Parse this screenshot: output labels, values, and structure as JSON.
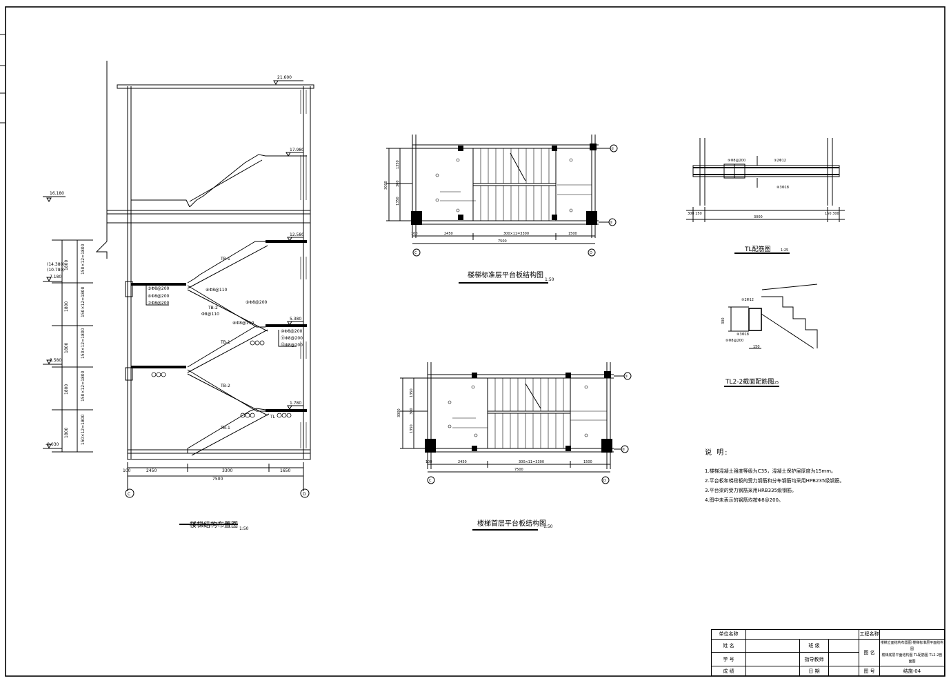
{
  "drawing_titles": {
    "layout": "楼梯结构布置图",
    "layout_scale": "1:50",
    "std_platform": "楼梯标准层平台板结构图",
    "std_scale": "1:50",
    "first_platform": "楼梯首层平台板结构图",
    "first_scale": "1:50",
    "tl": "TL配筋图",
    "tl_scale": "1:25",
    "tl22": "TL2-2截面配筋图",
    "tl22_scale": "1:25"
  },
  "elevations": {
    "e21600": "21.600",
    "e17980": "17.980",
    "e16180": "16.180",
    "e12580": "12.580",
    "e14380": "(14.380)",
    "e10780": "(10.780)",
    "e7180": "7.180",
    "e5380": "5.380",
    "e3580": "3.580",
    "e1780": "1.780",
    "e0030": "-0.030"
  },
  "layout_dims": {
    "d100": "100",
    "d2450": "2450",
    "d3300": "3300",
    "d1650": "1650",
    "d7500": "7500",
    "v1": "1800",
    "v1b": "150×12=1800",
    "v2": "1800",
    "v2b": "150×12=1800",
    "v3": "1800",
    "v3b": "150×12=1800",
    "v4": "1800",
    "v4b": "150×12=1800",
    "v5": "1800",
    "v5b": "150×12=1800"
  },
  "axis_labels": {
    "c": "C",
    "d": "D",
    "n1": "①",
    "n2": "②"
  },
  "plan_dims": {
    "p100": "100",
    "p2450": "2450",
    "p3300": "300×11=3300",
    "p1500": "1500",
    "p7500": "7500",
    "h3000": "3000",
    "h1": "1350",
    "h2": "300",
    "h3": "1350"
  },
  "rebar_labels": {
    "r1": "⑤Φ8@200",
    "r2": "⑥Φ8@200",
    "r3": "⑦Φ8@200",
    "r4": "⑧Φ8@110",
    "r5": "⑨Φ8@200",
    "r6": "⑩Φ8@200",
    "r7": "⑪Φ8@200",
    "r8": "⑫Φ8@200",
    "r9": "Φ8@110",
    "tb1": "TB-1",
    "tb2": "TB-2",
    "tl": "TL",
    "tl_r1": "⑨Φ8@200",
    "tl_r2": "③2Φ12",
    "tl_r3": "⑧3Φ18",
    "tl_span": "3000",
    "tl_left": "300 150",
    "tl_right": "150 300",
    "s_r1": "⑨2Φ12",
    "s_r2": "⑧3Φ18",
    "s_r3": "⑩Φ8@200",
    "s_h": "300",
    "s_w": "150"
  },
  "notes": {
    "heading": "说  明:",
    "n1": "1.楼梯混凝土强度等级为C35，混凝土保护层厚度为15mm。",
    "n2": "2.平台板和梯段板的受力钢筋和分布钢筋均采用HPB235级钢筋。",
    "n3": "3.平台梁的受力钢筋采用HRB335级钢筋。",
    "n4": "4.图中未表示的钢筋均按Φ8@200。"
  },
  "title_block": {
    "unit_name_label": "单位名称",
    "project_name_label": "工程名称",
    "name_label": "姓  名",
    "class_label": "班  级",
    "drawing_name_label": "图  名",
    "drawing_names_1": "楼梯立面结构布置图  楼梯标准层平面结构图",
    "drawing_names_2": "楼梯底层平面结构图  TL配筋图  TL2-2剖面图",
    "student_no_label": "学  号",
    "advisor_label": "指导教师",
    "grade_label": "成  绩",
    "date_label": "日  期",
    "drawing_no_label": "图  号",
    "drawing_no": "结施-04"
  }
}
